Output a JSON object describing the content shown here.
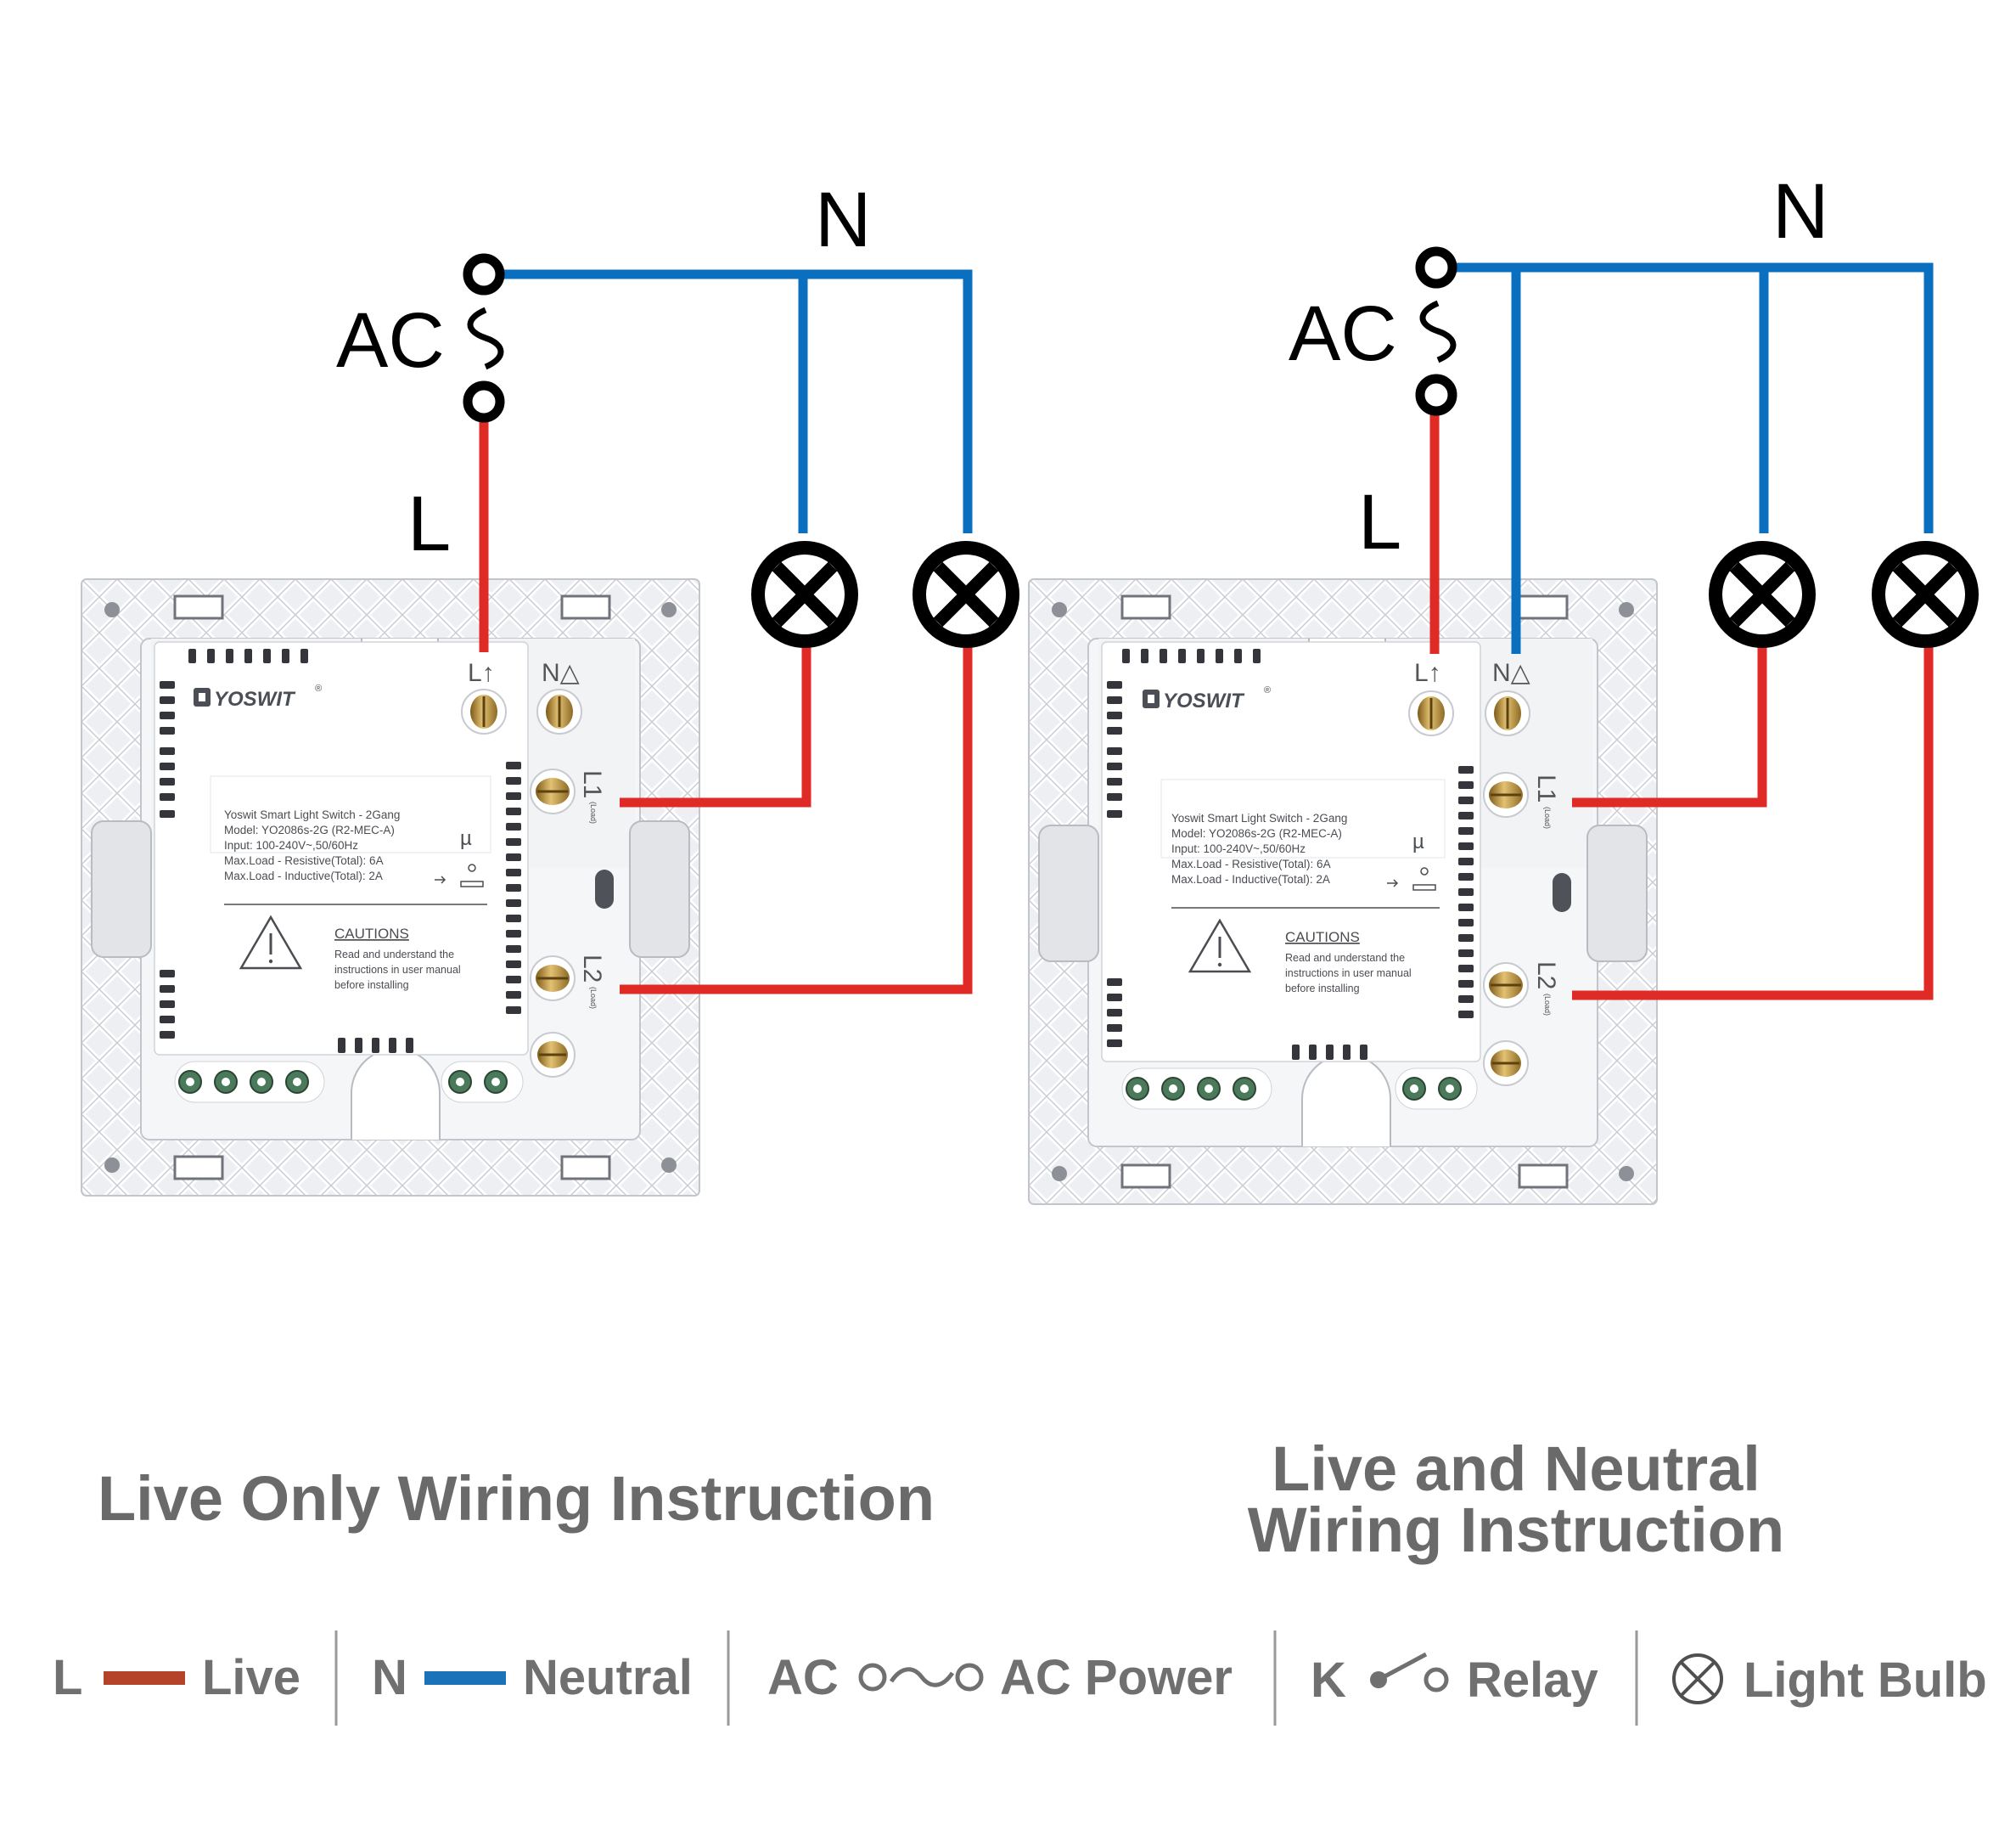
{
  "colors": {
    "live_wire": "#e02a26",
    "neutral_wire": "#0a6fbf",
    "legend_live": "#b5432a",
    "legend_neutral": "#1a73b8",
    "title_gray": "#6a6a6a",
    "legend_text_gray": "#707070",
    "terminal_brass": "#c9a040",
    "plate_fill": "#eeeff2"
  },
  "diagrams": [
    {
      "neutral_label": "N",
      "ac_label": "AC",
      "live_label": "L",
      "title_lines": [
        "Live Only Wiring Instruction"
      ],
      "neutral_to_switch": false,
      "switch": {
        "brand": "YOSWIT",
        "terminal_l": "L↑",
        "terminal_n": "N△",
        "terminal_l1": "L1",
        "terminal_l2": "L2",
        "load_mark": "(Load)",
        "micro_symbol": "µ",
        "spec_lines": [
          "Yoswit Smart Light Switch - 2Gang",
          "Model: YO2086s-2G (R2-MEC-A)",
          "Input: 100-240V~,50/60Hz",
          "Max.Load - Resistive(Total): 6A",
          "Max.Load - Inductive(Total): 2A"
        ],
        "cautions_title": "CAUTIONS",
        "caution_lines": [
          "Read and understand the",
          "instructions in user manual",
          "before installing"
        ]
      }
    },
    {
      "neutral_label": "N",
      "ac_label": "AC",
      "live_label": "L",
      "title_lines": [
        "Live and Neutral",
        "Wiring Instruction"
      ],
      "neutral_to_switch": true,
      "switch": {
        "brand": "YOSWIT",
        "terminal_l": "L↑",
        "terminal_n": "N△",
        "terminal_l1": "L1",
        "terminal_l2": "L2",
        "load_mark": "(Load)",
        "micro_symbol": "µ",
        "spec_lines": [
          "Yoswit Smart Light Switch - 2Gang",
          "Model: YO2086s-2G (R2-MEC-A)",
          "Input: 100-240V~,50/60Hz",
          "Max.Load - Resistive(Total): 6A",
          "Max.Load - Inductive(Total): 2A"
        ],
        "cautions_title": "CAUTIONS",
        "caution_lines": [
          "Read and understand the",
          "instructions in user manual",
          "before installing"
        ]
      }
    }
  ],
  "legend": [
    {
      "key": "L",
      "symbol": "live-line-icon",
      "label": "Live"
    },
    {
      "key": "N",
      "symbol": "neutral-line-icon",
      "label": "Neutral"
    },
    {
      "key": "AC",
      "symbol": "ac-source-icon",
      "label": "AC Power"
    },
    {
      "key": "K",
      "symbol": "relay-icon",
      "label": "Relay"
    },
    {
      "key": "",
      "symbol": "light-bulb-icon",
      "label": "Light Bulb"
    }
  ]
}
